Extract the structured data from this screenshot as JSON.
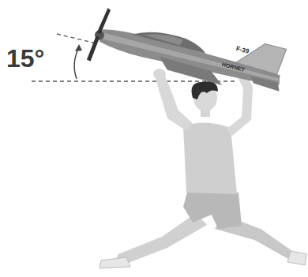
{
  "diagram": {
    "labels": [
      "15°",
      "F-39",
      "HORNET"
    ]
  }
}
